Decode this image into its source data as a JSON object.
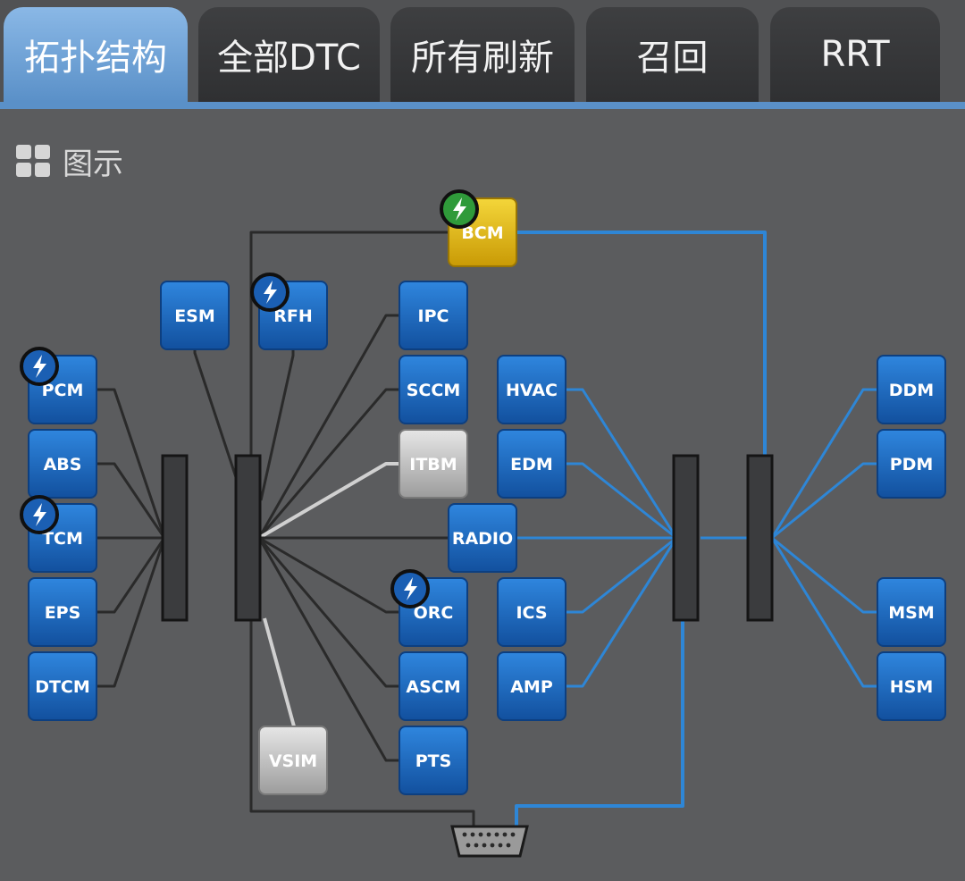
{
  "tabs": [
    {
      "label": "拓扑结构",
      "active": true
    },
    {
      "label": "全部DTC",
      "active": false
    },
    {
      "label": "所有刷新",
      "active": false
    },
    {
      "label": "召回",
      "active": false
    },
    {
      "label": "RRT",
      "active": false
    }
  ],
  "section": {
    "title": "图示",
    "icon": "grid-view-icon"
  },
  "colors": {
    "module_blue": "#1f6fc8",
    "module_gray": "#c8c8c8",
    "module_yellow": "#f0c419",
    "link_blue": "#2e86d6",
    "link_dark": "#2a2a2a",
    "link_light": "#d0d0d0",
    "flash_badge": "#1b5fb3",
    "ok_badge": "#2f9a3a",
    "active_tab": "#6fa4da"
  },
  "modules": [
    {
      "id": "bcm",
      "label": "BCM",
      "state": "yellow",
      "badge": "green-flash"
    },
    {
      "id": "esm",
      "label": "ESM",
      "state": "blue"
    },
    {
      "id": "rfh",
      "label": "RFH",
      "state": "blue",
      "badge": "blue-flash"
    },
    {
      "id": "ipc",
      "label": "IPC",
      "state": "blue"
    },
    {
      "id": "sccm",
      "label": "SCCM",
      "state": "blue"
    },
    {
      "id": "itbm",
      "label": "ITBM",
      "state": "gray"
    },
    {
      "id": "radio",
      "label": "RADIO",
      "state": "blue"
    },
    {
      "id": "orc",
      "label": "ORC",
      "state": "blue",
      "badge": "blue-flash"
    },
    {
      "id": "ascm",
      "label": "ASCM",
      "state": "blue"
    },
    {
      "id": "pts",
      "label": "PTS",
      "state": "blue"
    },
    {
      "id": "vsim",
      "label": "VSIM",
      "state": "gray"
    },
    {
      "id": "pcm",
      "label": "PCM",
      "state": "blue",
      "badge": "blue-flash"
    },
    {
      "id": "abs",
      "label": "ABS",
      "state": "blue"
    },
    {
      "id": "tcm",
      "label": "TCM",
      "state": "blue",
      "badge": "blue-flash"
    },
    {
      "id": "eps",
      "label": "EPS",
      "state": "blue"
    },
    {
      "id": "dtcm",
      "label": "DTCM",
      "state": "blue"
    },
    {
      "id": "hvac",
      "label": "HVAC",
      "state": "blue"
    },
    {
      "id": "edm",
      "label": "EDM",
      "state": "blue"
    },
    {
      "id": "ics",
      "label": "ICS",
      "state": "blue"
    },
    {
      "id": "amp",
      "label": "AMP",
      "state": "blue"
    },
    {
      "id": "ddm",
      "label": "DDM",
      "state": "blue"
    },
    {
      "id": "pdm",
      "label": "PDM",
      "state": "blue"
    },
    {
      "id": "msm",
      "label": "MSM",
      "state": "blue"
    },
    {
      "id": "hsm",
      "label": "HSM",
      "state": "blue"
    }
  ]
}
